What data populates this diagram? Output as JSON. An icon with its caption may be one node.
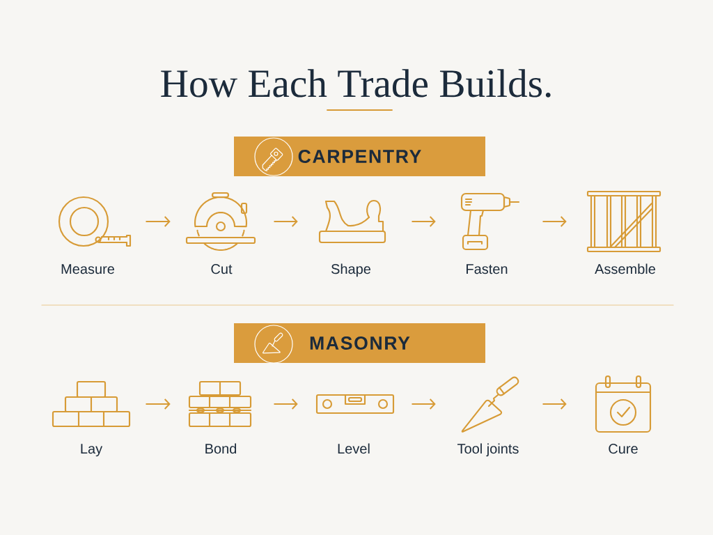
{
  "diagram": {
    "title": "How Each Trade Builds.",
    "nodes": [
      {
        "text": [
          "CARPENTRY"
        ]
      },
      {
        "text": [],
        "shape": "picture",
        "beside": [
          "Measure"
        ]
      },
      {
        "text": [],
        "shape": "picture",
        "beside": [
          "Cut"
        ]
      },
      {
        "text": [],
        "shape": "picture",
        "beside": [
          "Shape"
        ]
      },
      {
        "text": [],
        "shape": "picture",
        "beside": [
          "Fasten"
        ]
      },
      {
        "text": [],
        "shape": "picture",
        "beside": [
          "Assemble"
        ]
      },
      {
        "text": [
          "MASONRY"
        ]
      },
      {
        "text": [],
        "shape": "picture",
        "beside": [
          "Lay"
        ]
      },
      {
        "text": [],
        "shape": "picture",
        "beside": [
          "Bond"
        ]
      },
      {
        "text": [],
        "shape": "picture",
        "beside": [
          "Level"
        ]
      },
      {
        "text": [],
        "shape": "picture",
        "beside": [
          "Tool joints"
        ]
      },
      {
        "text": [],
        "shape": "picture",
        "beside": [
          "Cure"
        ]
      }
    ],
    "edges": [
      {
        "from": 1,
        "to": 2,
        "arrow": "to"
      },
      {
        "from": 2,
        "to": 3,
        "arrow": "to"
      },
      {
        "from": 3,
        "to": 4,
        "arrow": "to"
      },
      {
        "from": 4,
        "to": 5,
        "arrow": "to"
      },
      {
        "from": 7,
        "to": 8,
        "arrow": "to"
      },
      {
        "from": 8,
        "to": 9,
        "arrow": "to"
      },
      {
        "from": 9,
        "to": 10,
        "arrow": "to"
      },
      {
        "from": 10,
        "to": 11,
        "arrow": "to"
      }
    ]
  }
}
